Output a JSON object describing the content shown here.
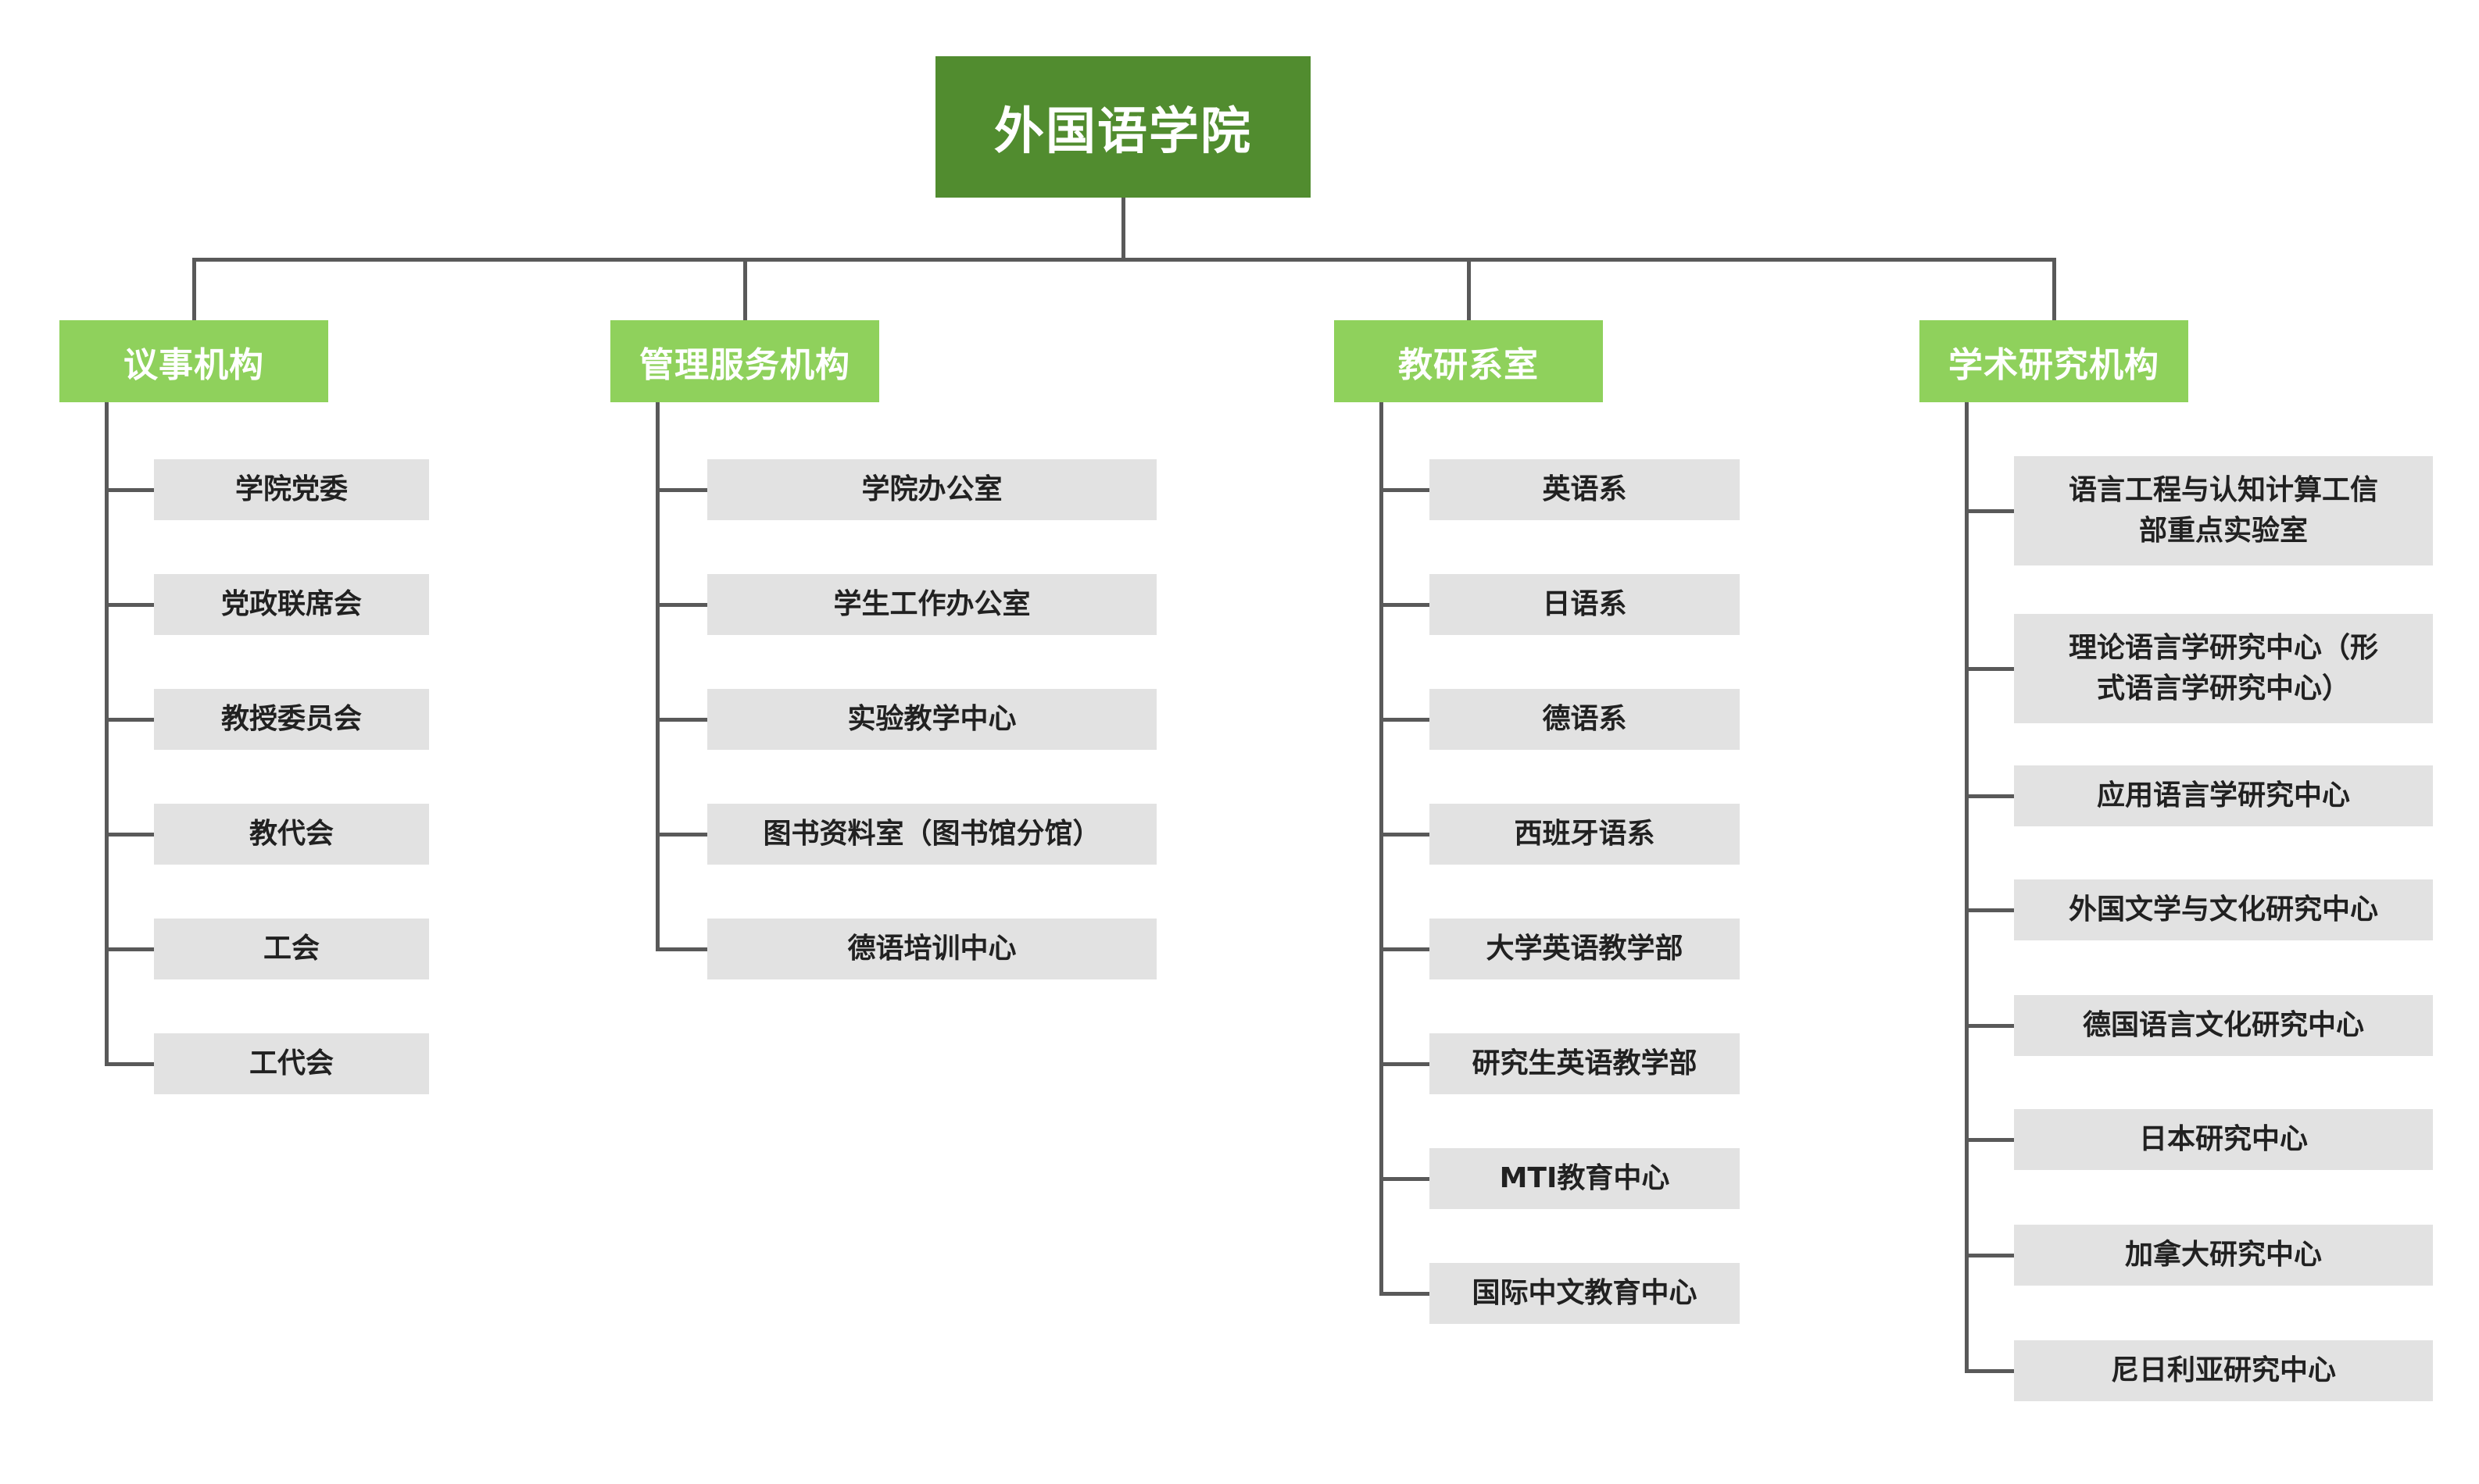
{
  "root": {
    "label": "外国语学院"
  },
  "colors": {
    "root_bg": "#518C2F",
    "header_bg": "#8FD15C",
    "child_bg": "#E2E2E2",
    "line": "#595959",
    "root_text": "#FFFFFF",
    "header_text": "#FFFFFF",
    "child_text": "#212121"
  },
  "columns": [
    {
      "header": "议事机构",
      "children": [
        "学院党委",
        "党政联席会",
        "教授委员会",
        "教代会",
        "工会",
        "工代会"
      ]
    },
    {
      "header": "管理服务机构",
      "children": [
        "学院办公室",
        "学生工作办公室",
        "实验教学中心",
        "图书资料室（图书馆分馆）",
        "德语培训中心"
      ]
    },
    {
      "header": "教研系室",
      "children": [
        "英语系",
        "日语系",
        "德语系",
        "西班牙语系",
        "大学英语教学部",
        "研究生英语教学部",
        "MTI教育中心",
        "国际中文教育中心"
      ]
    },
    {
      "header": "学术研究机构",
      "children": [
        "语言工程与认知计算工信部重点实验室",
        "理论语言学研究中心（形式语言学研究中心）",
        "应用语言学研究中心",
        "外国文学与文化研究中心",
        "德国语言文化研究中心",
        "日本研究中心",
        "加拿大研究中心",
        "尼日利亚研究中心"
      ]
    }
  ]
}
